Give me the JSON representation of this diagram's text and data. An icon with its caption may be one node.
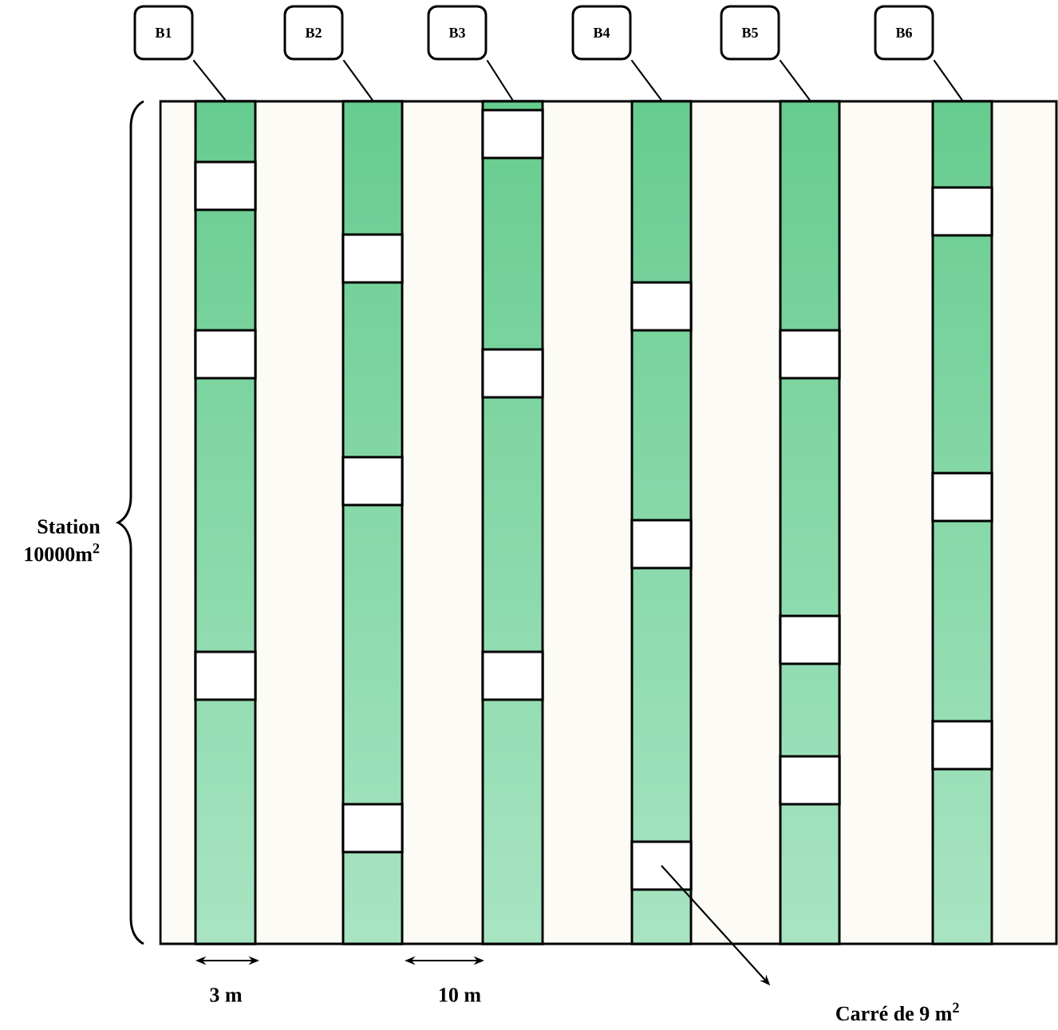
{
  "diagram": {
    "nodes": [
      {
        "text": [],
        "shape": "box"
      },
      {
        "text": [
          "B1"
        ]
      },
      {
        "text": [
          "B2"
        ]
      },
      {
        "text": [
          "B3"
        ]
      },
      {
        "text": [
          "B4"
        ]
      },
      {
        "text": [
          "B5"
        ]
      },
      {
        "text": [
          "B6"
        ]
      },
      {
        "text": [],
        "shape": "bar",
        "in": 0
      },
      {
        "text": [],
        "shape": "bar",
        "in": 0
      },
      {
        "text": [],
        "shape": "bar",
        "in": 0
      },
      {
        "text": [],
        "shape": "bar",
        "in": 0
      },
      {
        "text": [],
        "shape": "bar",
        "in": 0
      },
      {
        "text": [],
        "shape": "bar",
        "in": 0
      },
      {
        "text": [],
        "shape": "box",
        "in": 7
      },
      {
        "text": [],
        "shape": "box",
        "in": 7
      },
      {
        "text": [],
        "shape": "box",
        "in": 7
      },
      {
        "text": [],
        "shape": "box",
        "in": 8
      },
      {
        "text": [],
        "shape": "box",
        "in": 8
      },
      {
        "text": [],
        "shape": "box",
        "in": 8
      },
      {
        "text": [],
        "shape": "box",
        "in": 9
      },
      {
        "text": [],
        "shape": "box",
        "in": 9
      },
      {
        "text": [],
        "shape": "box",
        "in": 9
      },
      {
        "text": [],
        "shape": "box",
        "in": 10
      },
      {
        "text": [],
        "shape": "box",
        "in": 10
      },
      {
        "text": [],
        "shape": "box",
        "in": 10
      },
      {
        "text": [],
        "shape": "box",
        "in": 11
      },
      {
        "text": [],
        "shape": "box",
        "in": 11
      },
      {
        "text": [],
        "shape": "box",
        "in": 11
      },
      {
        "text": [],
        "shape": "box",
        "in": 12
      },
      {
        "text": [],
        "shape": "box",
        "in": 12
      },
      {
        "text": [],
        "shape": "box",
        "in": 12
      },
      {
        "text": [
          "Carré de 9 m$^{2}$"
        ]
      }
    ],
    "edges": [
      {
        "from": 1,
        "to": 7,
        "arrow": "none"
      },
      {
        "from": 2,
        "to": 8,
        "arrow": "none"
      },
      {
        "from": 3,
        "to": 9,
        "arrow": "none"
      },
      {
        "from": 4,
        "to": 10,
        "arrow": "none"
      },
      {
        "from": 5,
        "to": 11,
        "arrow": "none"
      },
      {
        "from": 6,
        "to": 12,
        "arrow": "none"
      },
      {
        "from": 24,
        "to": 31,
        "arrow": "to"
      }
    ],
    "labels": [
      "Station 10000m$^{2}$",
      "3 m",
      "10 m"
    ]
  }
}
